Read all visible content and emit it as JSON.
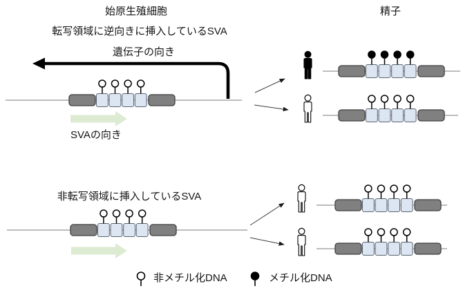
{
  "headings": {
    "pgc": "始原生殖細胞",
    "sperm": "精子"
  },
  "captions": {
    "top_scenario": "転写領域に逆向きに挿入しているSVA",
    "gene_direction": "遺伝子の向き",
    "sva_direction": "SVAの向き",
    "bottom_scenario": "非転写領域に挿入しているSVA"
  },
  "legend": {
    "unmethylated": "非メチル化DNA",
    "methylated": "メチル化DNA"
  },
  "colors": {
    "ink": "#000000",
    "dna_line": "#a6a6a6",
    "sva_box_fill": "#dce5f2",
    "sva_box_border": "#5a6370",
    "flank_box_fill": "#808080",
    "flank_box_border": "#3f3f3f",
    "sva_arrow_fill": "#ddebd2",
    "thin_arrow": "#3a3a3a"
  },
  "figures": {
    "pgc_transcribed": {
      "methylation": "unmethylated"
    },
    "sperm_from_transcribed": [
      {
        "person": "filled",
        "methylation": "methylated"
      },
      {
        "person": "outline",
        "methylation": "unmethylated"
      }
    ],
    "pgc_nontranscribed": {
      "methylation": "unmethylated"
    },
    "sperm_from_nontranscribed": [
      {
        "person": "outline",
        "methylation": "unmethylated"
      },
      {
        "person": "outline",
        "methylation": "unmethylated"
      }
    ]
  }
}
